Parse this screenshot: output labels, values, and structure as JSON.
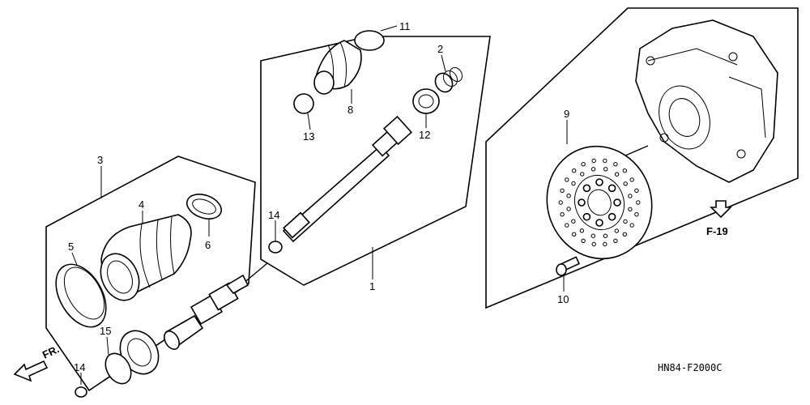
{
  "callouts": {
    "p1": "1",
    "p2": "2",
    "p3": "3",
    "p4": "4",
    "p5": "5",
    "p6": "6",
    "p8": "8",
    "p9": "9",
    "p10": "10",
    "p11": "11",
    "p12": "12",
    "p13": "13",
    "p14a": "14",
    "p14b": "14",
    "p15": "15"
  },
  "references": {
    "fr": "FR.",
    "f19": "F-19"
  },
  "diagram_code": "HN84-F2000C"
}
